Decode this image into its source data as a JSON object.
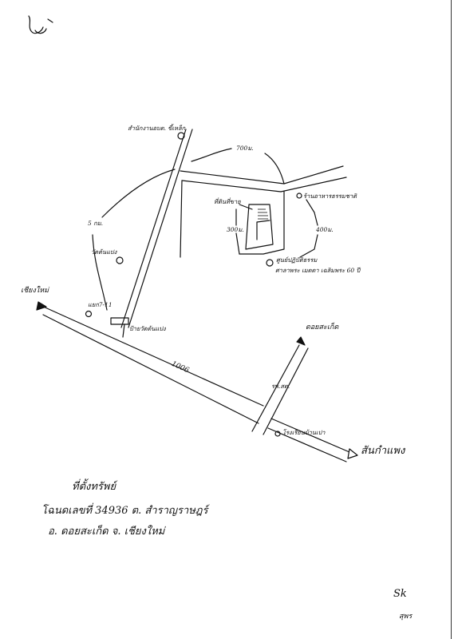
{
  "map": {
    "places": {
      "tambon_office": "สำนักงานอบต. ขี้เหล็ก",
      "shop": "ร้านอาหารธรรมชาติ",
      "land_plot": "ที่ดินที่ขาย",
      "center": "ศูนย์ปฏิบัติธรรม",
      "center_subtitle": "ศาลาพระ เมตตา เฉลิมพระ 60 ปี",
      "wat": "วัดต้นแปง",
      "chiang_mai": "เชียงใหม่",
      "junction": "แยก7-11",
      "wat_sign": "ป้ายวัดต้นแปง",
      "doi_saket": "ดอยสะเก็ด",
      "samrong": "รพ.สต.",
      "school": "โรงเรียนบ้านเปา",
      "san_kamphaeng": "สันกำแพง"
    },
    "distances": {
      "d_700m": "700ม.",
      "d_300m": "300ม.",
      "d_400m": "400ม.",
      "d_5km": "5 กม."
    },
    "road_number": "1006"
  },
  "notes": {
    "title": "ที่ตั้งทรัพย์",
    "deed": "โฉนดเลขที่ 34936  ต. สำราญราษฎร์",
    "district": "อ. ดอยสะเก็ด  จ. เชียงใหม่"
  },
  "signature": {
    "initials": "Sk",
    "mark": "สุพร"
  }
}
